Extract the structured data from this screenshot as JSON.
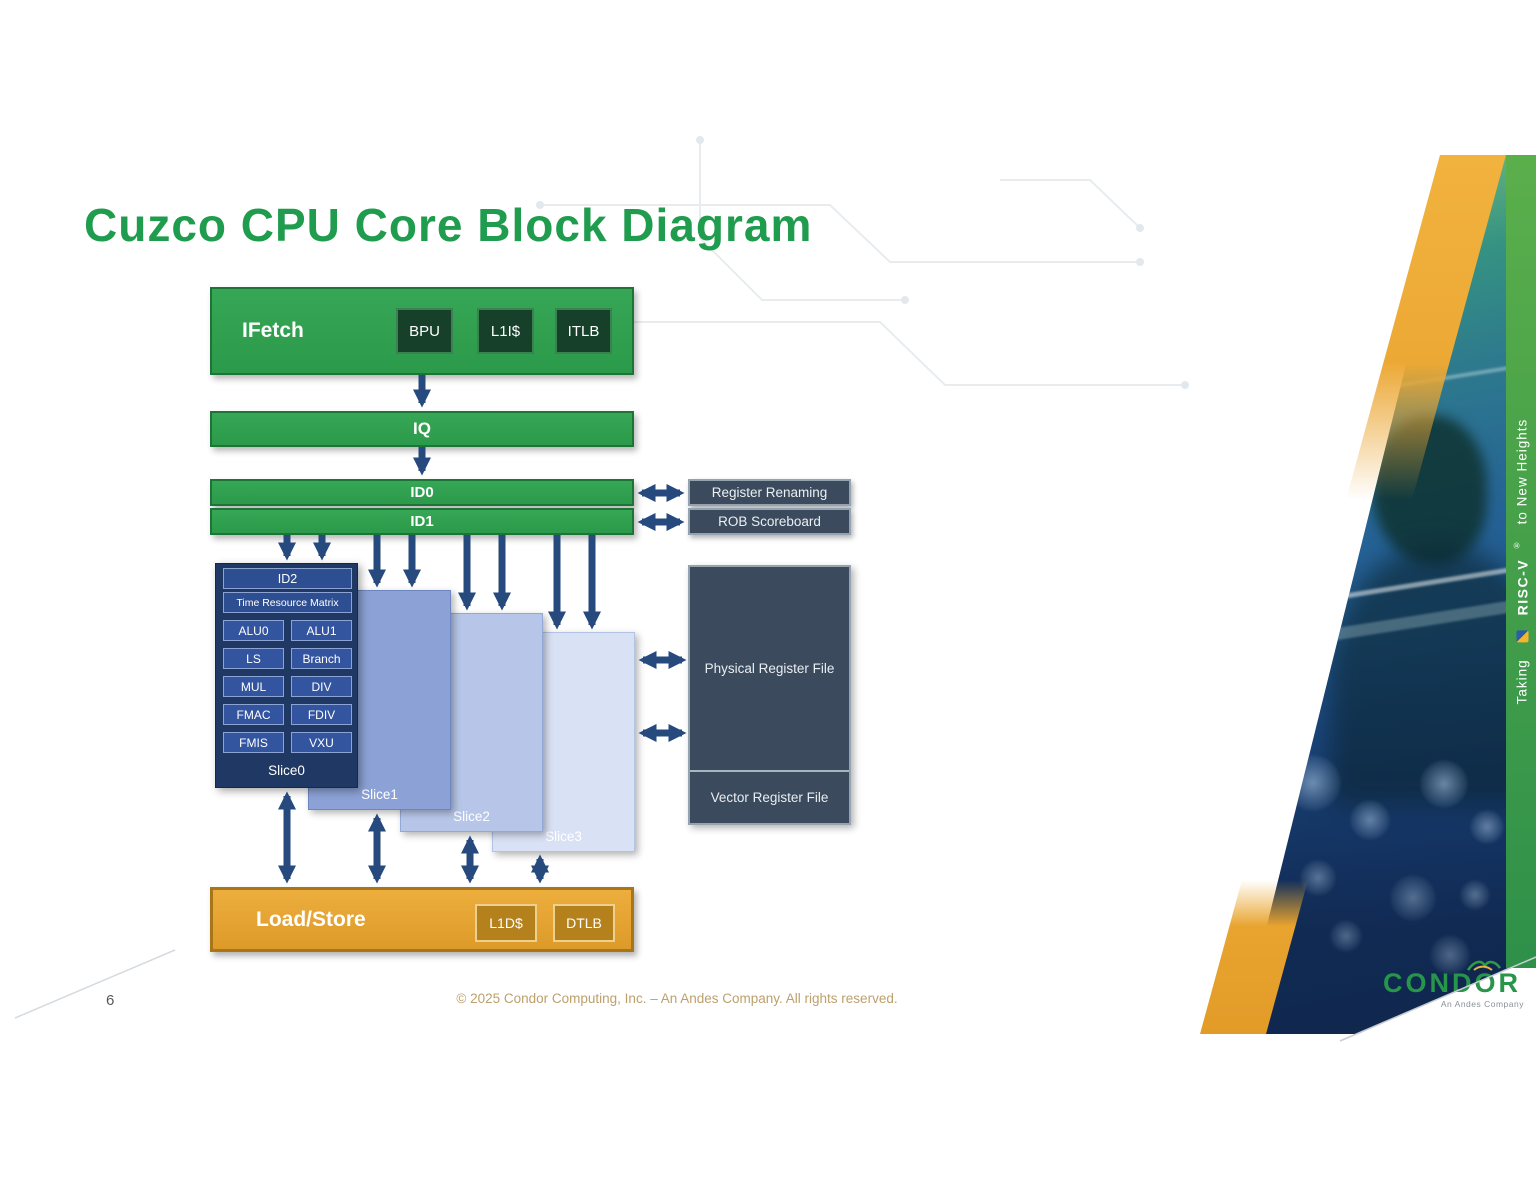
{
  "slide": {
    "title": "Cuzco CPU Core Block Diagram",
    "page_number": "6",
    "copyright": "© 2025 Condor Computing, Inc. – An Andes Company. All rights reserved."
  },
  "diagram": {
    "ifetch": {
      "label": "IFetch",
      "bpu": "BPU",
      "l1i": "L1I$",
      "itlb": "ITLB"
    },
    "iq": "IQ",
    "id0": "ID0",
    "id1": "ID1",
    "register_renaming": "Register Renaming",
    "rob_scoreboard": "ROB Scoreboard",
    "slice0": {
      "id2": "ID2",
      "time_resource_matrix": "Time Resource Matrix",
      "units": [
        "ALU0",
        "ALU1",
        "LS",
        "Branch",
        "MUL",
        "DIV",
        "FMAC",
        "FDIV",
        "FMIS",
        "VXU"
      ],
      "label": "Slice0"
    },
    "slice1": "Slice1",
    "slice2": "Slice2",
    "slice3": "Slice3",
    "physical_register_file": "Physical Register File",
    "vector_register_file": "Vector Register File",
    "load_store": {
      "label": "Load/Store",
      "l1d": "L1D$",
      "dtlb": "DTLB"
    }
  },
  "ribbon": {
    "prefix": "Taking",
    "brand": "RISC-V",
    "reg": "®",
    "suffix": "to New Heights"
  },
  "logo": {
    "wordmark": "CONDOR",
    "tagline": "An Andes Company"
  },
  "colors": {
    "title_green": "#1F9C4D",
    "block_green": "#2FA04F",
    "block_green_border": "#1E7437",
    "arrow_navy": "#26497E",
    "slice0_navy": "#1F3864",
    "slate": "#3B4A5C",
    "amber": "#E2A232"
  }
}
